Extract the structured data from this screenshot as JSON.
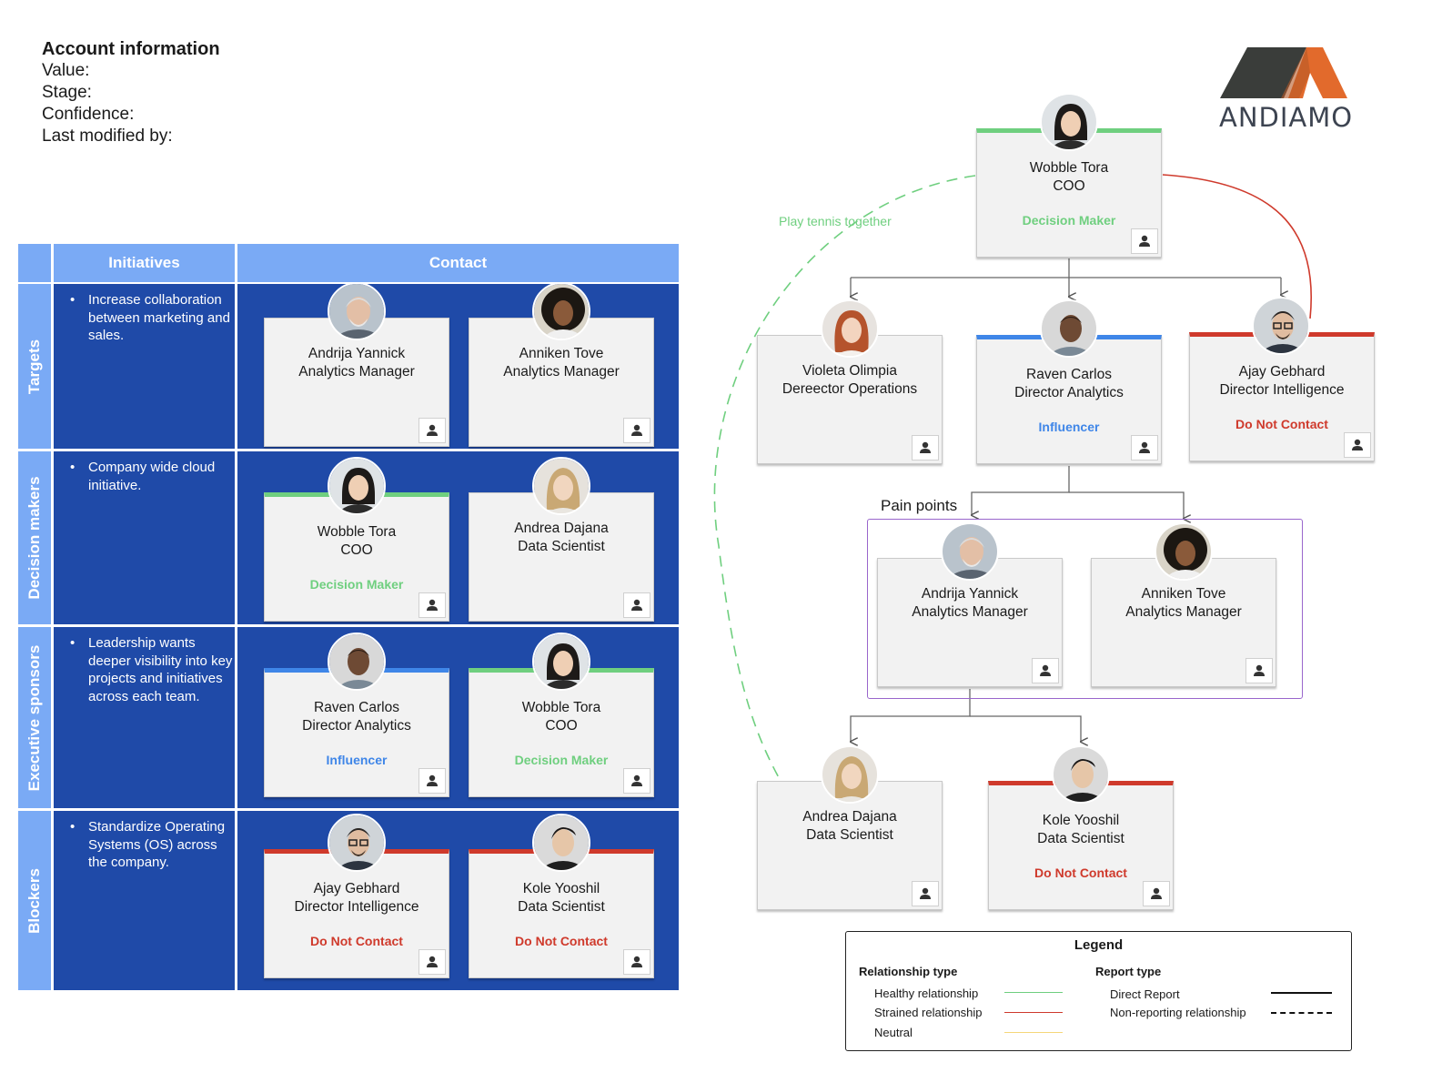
{
  "account": {
    "title": "Account information",
    "value_label": "Value:",
    "stage_label": "Stage:",
    "confidence_label": "Confidence:",
    "modified_label": "Last modified by:"
  },
  "logo": {
    "text": "ANDIAMO",
    "colors": {
      "dark": "#3a3d3a",
      "orange": "#e26a2c"
    }
  },
  "colors": {
    "header": "#7aaaf5",
    "cell": "#1f4aa8",
    "green": "#6fcf7f",
    "blue": "#3f86e8",
    "red": "#cf3a2c",
    "purple": "#9966cc"
  },
  "matrix": {
    "headers": {
      "initiatives": "Initiatives",
      "contact": "Contact"
    },
    "rows": [
      {
        "label": "Targets",
        "initiative": "Increase collaboration between marketing and sales.",
        "contacts": [
          {
            "name": "Andrija Yannick",
            "role": "Analytics Manager",
            "status": ""
          },
          {
            "name": "Anniken Tove",
            "role": "Analytics Manager",
            "status": ""
          }
        ]
      },
      {
        "label": "Decision makers",
        "initiative": "Company wide cloud initiative.",
        "contacts": [
          {
            "name": "Wobble Tora",
            "role": "COO",
            "status": "Decision Maker"
          },
          {
            "name": "Andrea Dajana",
            "role": "Data Scientist",
            "status": ""
          }
        ]
      },
      {
        "label": "Executive sponsors",
        "initiative": "Leadership wants deeper visibility into key projects and initiatives across each team.",
        "contacts": [
          {
            "name": "Raven Carlos",
            "role": "Director Analytics",
            "status": "Influencer"
          },
          {
            "name": "Wobble Tora",
            "role": "COO",
            "status": "Decision Maker"
          }
        ]
      },
      {
        "label": "Blockers",
        "initiative": "Standardize Operating Systems (OS) across the company.",
        "contacts": [
          {
            "name": "Ajay Gebhard",
            "role": "Director Intelligence",
            "status": "Do Not Contact"
          },
          {
            "name": "Kole Yooshil",
            "role": "Data Scientist",
            "status": "Do Not Contact"
          }
        ]
      }
    ]
  },
  "org": {
    "top": {
      "name": "Wobble Tora",
      "role": "COO",
      "status": "Decision Maker"
    },
    "level2": [
      {
        "name": "Violeta Olimpia",
        "role": "Dereector Operations",
        "status": ""
      },
      {
        "name": "Raven Carlos",
        "role": "Director Analytics",
        "status": "Influencer"
      },
      {
        "name": "Ajay Gebhard",
        "role": "Director Intelligence",
        "status": "Do Not Contact"
      }
    ],
    "pain_points_label": "Pain points",
    "pain": [
      {
        "name": "Andrija Yannick",
        "role": "Analytics Manager",
        "status": ""
      },
      {
        "name": "Anniken Tove",
        "role": "Analytics Manager",
        "status": ""
      }
    ],
    "bottom": [
      {
        "name": "Andrea Dajana",
        "role": "Data Scientist",
        "status": ""
      },
      {
        "name": "Kole Yooshil",
        "role": "Data Scientist",
        "status": "Do Not Contact"
      }
    ],
    "relationship_label": "Play tennis together"
  },
  "legend": {
    "title": "Legend",
    "relationship_heading": "Relationship type",
    "healthy": "Healthy relationship",
    "strained": "Strained relationship",
    "neutral": "Neutral",
    "report_heading": "Report type",
    "direct": "Direct Report",
    "non_reporting": "Non-reporting relationship",
    "colors": {
      "healthy": "#6fcf7f",
      "strained": "#cf3a2c",
      "neutral": "#f5d67a",
      "report": "#111111"
    }
  },
  "icons": {
    "person_button": "person-icon"
  }
}
